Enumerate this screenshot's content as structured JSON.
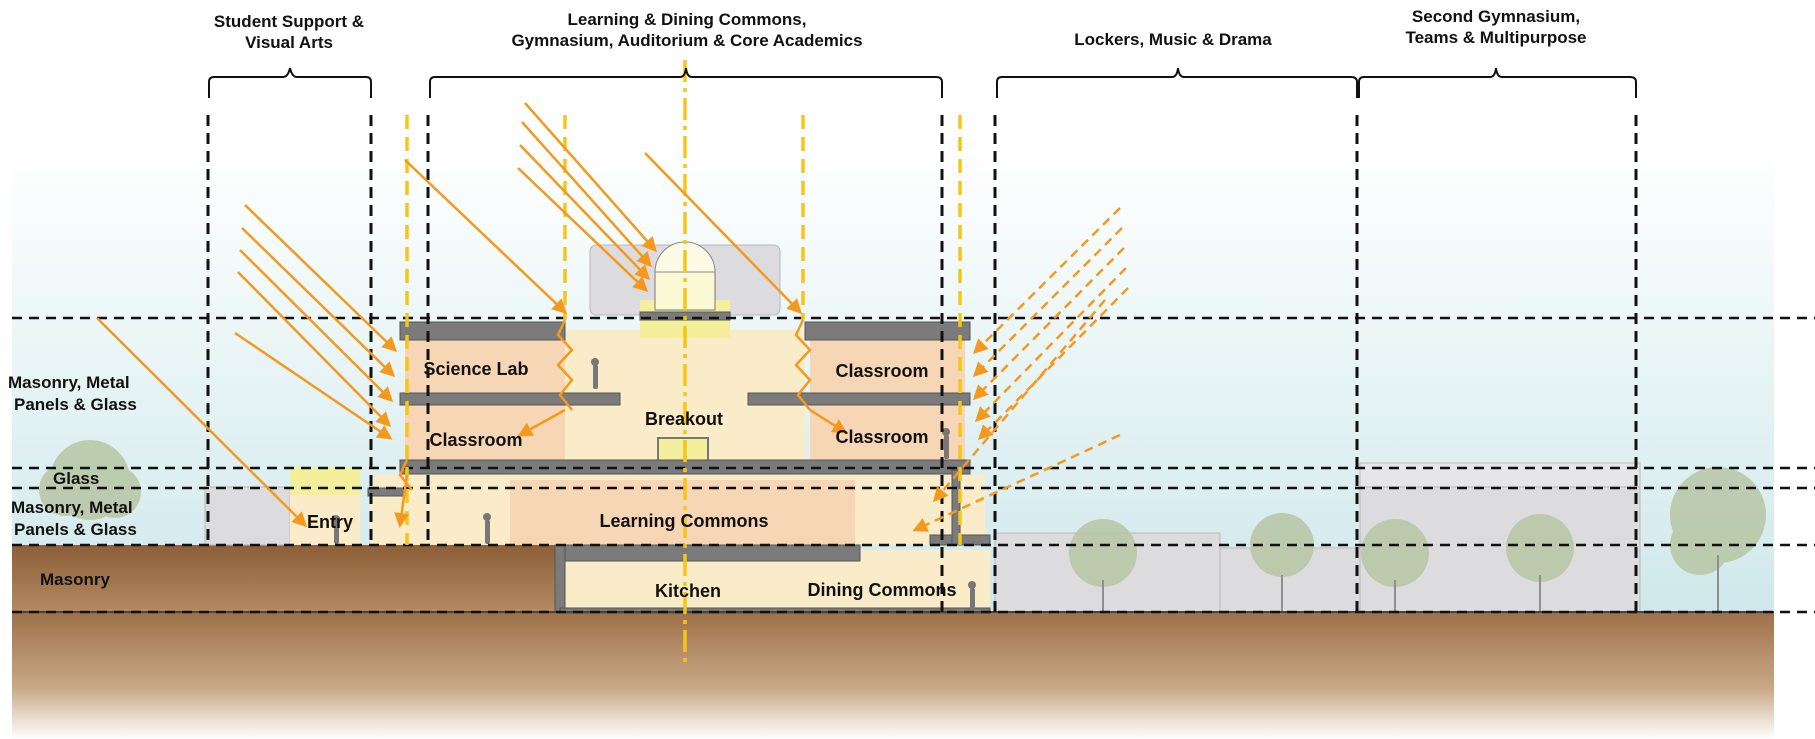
{
  "zones": [
    {
      "line1": "Student Support &",
      "line2": "Visual Arts"
    },
    {
      "line1": "Learning & Dining Commons,",
      "line2": "Gymnasium, Auditorium & Core Academics"
    },
    {
      "line1": "Lockers, Music & Drama",
      "line2": ""
    },
    {
      "line1": "Second Gymnasium,",
      "line2": "Teams & Multipurpose"
    }
  ],
  "bands": [
    {
      "line1": "Masonry, Metal",
      "line2": "Panels & Glass"
    },
    {
      "line1": "Glass",
      "line2": ""
    },
    {
      "line1": "Masonry, Metal",
      "line2": "Panels & Glass"
    },
    {
      "line1": "Masonry",
      "line2": ""
    }
  ],
  "rooms": {
    "science_lab": "Science Lab",
    "classroom_upper_left": "Classroom",
    "breakout": "Breakout",
    "classroom_upper_right": "Classroom",
    "classroom_lower_right": "Classroom",
    "entry": "Entry",
    "learning_commons": "Learning Commons",
    "kitchen": "Kitchen",
    "dining_commons": "Dining Commons"
  },
  "colors": {
    "sun_arrow": "#f39a1e",
    "light_shaft": "#f5c518",
    "room_peach": "#f7d6b5",
    "room_cream": "#fbecc9",
    "ground_brown": "#a57a52",
    "sky_teal": "#d7ecef",
    "slab_gray": "#7b7b7b"
  }
}
